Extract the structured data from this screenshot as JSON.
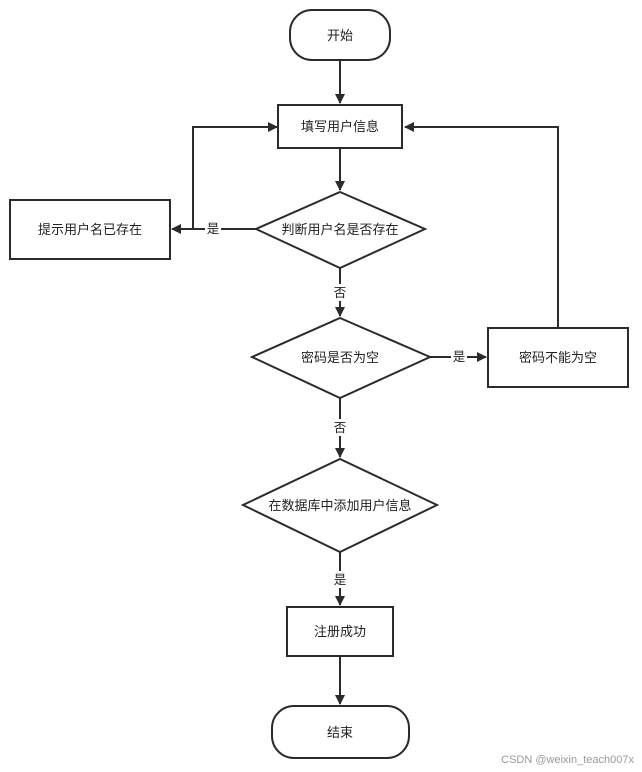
{
  "nodes": {
    "start": "开始",
    "fill_info": "填写用户信息",
    "check_username": "判断用户名是否存在",
    "username_exists_msg": "提示用户名已存在",
    "check_password": "密码是否为空",
    "password_empty_msg": "密码不能为空",
    "save_user": "在数据库中添加用户信息",
    "register_success": "注册成功",
    "end": "结束"
  },
  "edge_labels": {
    "username_yes": "是",
    "username_no": "否",
    "password_yes": "是",
    "password_no": "否",
    "save_yes": "是"
  },
  "watermark": "CSDN @weixin_teach007x",
  "colors": {
    "stroke": "#2b2b2b",
    "fill": "#ffffff",
    "text": "#222222"
  }
}
